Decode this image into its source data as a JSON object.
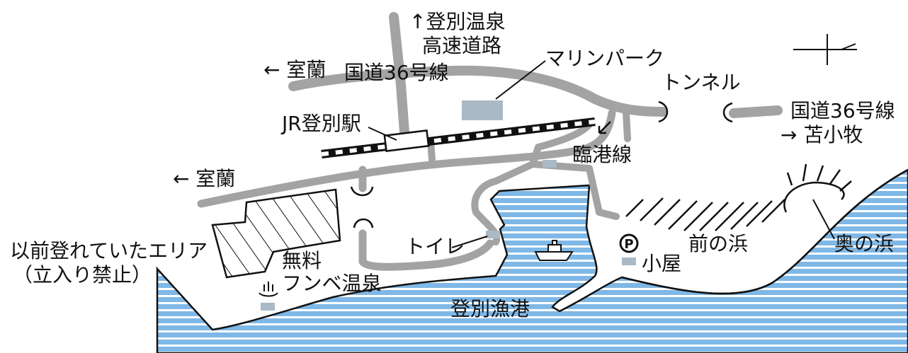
{
  "labels": {
    "noboribetsu_onsen": "↑登別温泉",
    "expressway": "高速道路",
    "marine_park": "マリンパーク",
    "muroran_top": "← 室蘭",
    "route36_left": "国道36号線",
    "tunnel": "トンネル",
    "route36_right": "国道36号線",
    "tomakomai": "→ 苫小牧",
    "jr_station": "JR登別駅",
    "rinko_line": "臨港線",
    "muroran_mid": "← 室蘭",
    "old_area_line1": "以前登れていたエリア",
    "old_area_line2": "（立入り禁止）",
    "free": "無料",
    "funbe_onsen": "フンベ温泉",
    "toilet": "トイレ",
    "parking": "P",
    "hut": "小屋",
    "mae_beach": "前の浜",
    "oku_beach": "奥の浜",
    "fishing_port": "登別漁港"
  },
  "icons": {
    "onsen": "hot-spring-icon",
    "boat": "boat-icon",
    "parking": "parking-icon",
    "north": "north-arrow-icon",
    "arrow_rinko": "arrow-down-left-icon"
  },
  "colors": {
    "sea_fill": "#7fb8e6",
    "sea_lines": "#ffffff",
    "road": "#a3a3a3",
    "facility": "#a9b9c6",
    "ink": "#111111"
  }
}
